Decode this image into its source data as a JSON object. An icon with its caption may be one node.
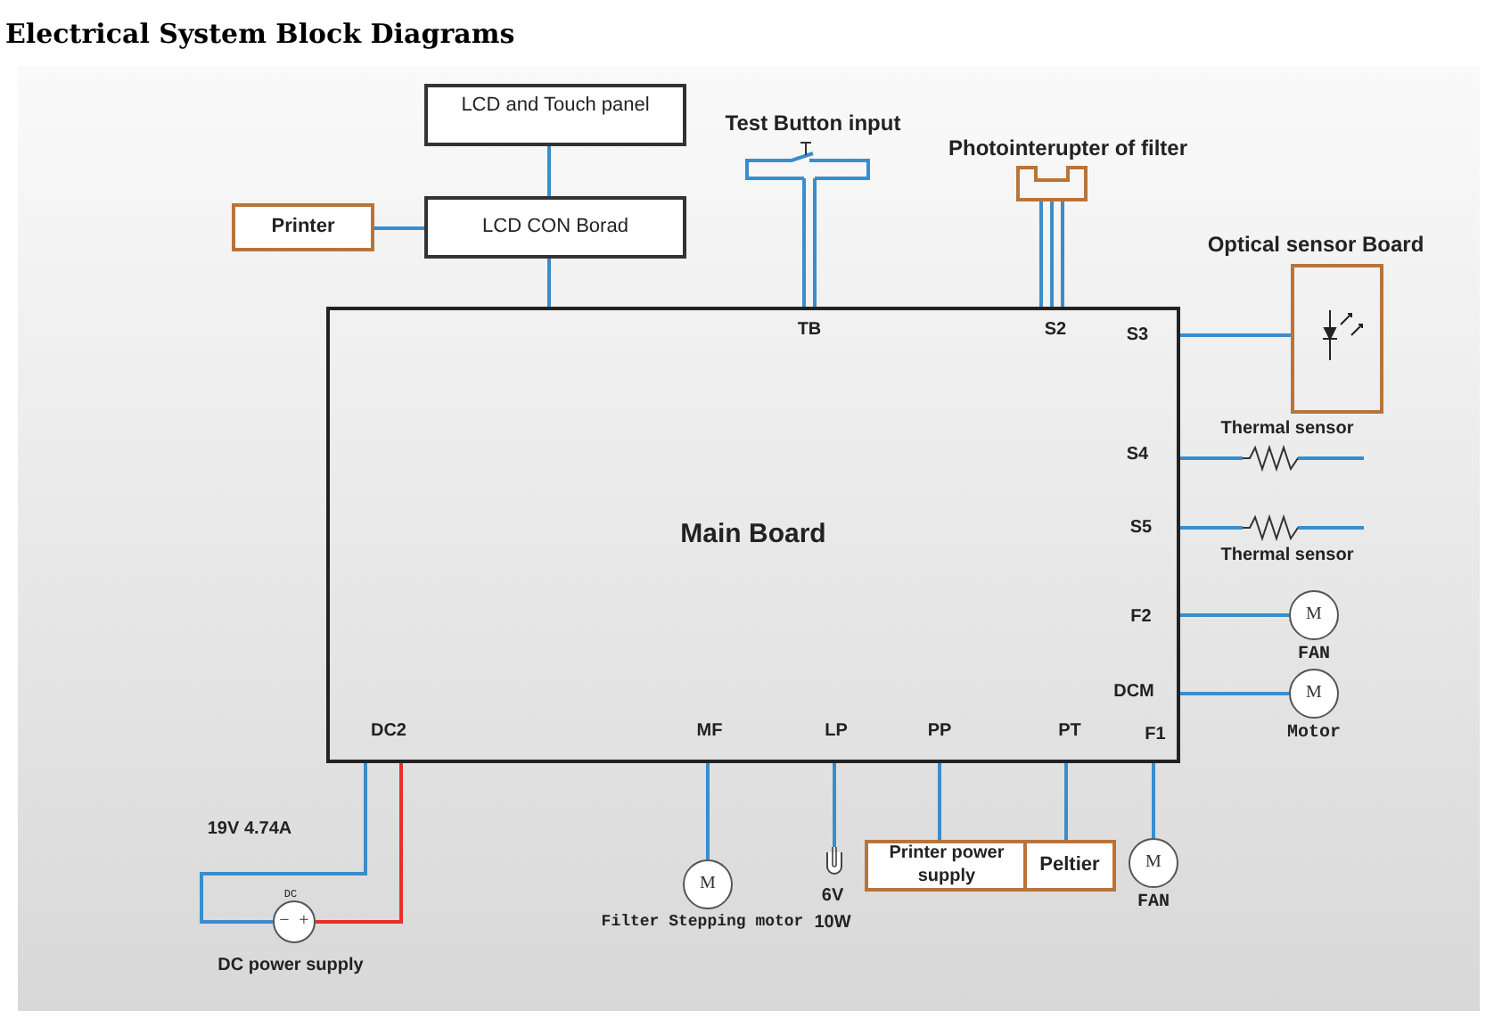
{
  "diagram": {
    "title": "Electrical System Block Diagrams",
    "nodes": [
      {
        "text": [
          "LCD and Touch panel"
        ]
      },
      {
        "text": [
          "LCD CON Borad"
        ]
      },
      {
        "text": [
          "Printer"
        ]
      },
      {
        "text": [
          "Main Board"
        ]
      },
      {
        "text": [
          "Test Button input"
        ]
      },
      {
        "text": [
          "Photointerupter of filter"
        ]
      },
      {
        "text": [
          "Optical sensor Board"
        ]
      },
      {
        "text": [
          "Thermal sensor"
        ]
      },
      {
        "text": [
          "Thermal sensor"
        ]
      },
      {
        "text": [
          "M"
        ],
        "beside": [
          "FAN"
        ]
      },
      {
        "text": [
          "M"
        ],
        "beside": [
          "Motor"
        ]
      },
      {
        "text": [
          "−",
          "+"
        ],
        "beside": [
          "DC",
          "DC power supply"
        ]
      },
      {
        "text": [
          "M"
        ],
        "beside": [
          "Filter Stepping motor"
        ]
      },
      {
        "text": [],
        "shape": "lamp",
        "beside": [
          "6V",
          "10W"
        ]
      },
      {
        "text": [
          "Printer power supply"
        ]
      },
      {
        "text": [
          "Peltier"
        ]
      },
      {
        "text": [
          "M"
        ],
        "beside": [
          "FAN"
        ]
      }
    ],
    "edges": [
      {
        "from": 0,
        "to": 1,
        "arrow": "none"
      },
      {
        "from": 2,
        "to": 1,
        "arrow": "none"
      },
      {
        "from": 1,
        "to": 3,
        "arrow": "none"
      },
      {
        "from": 4,
        "to": 3,
        "arrow": "none"
      },
      {
        "from": 5,
        "to": 3,
        "arrow": "none"
      },
      {
        "from": 3,
        "to": 6,
        "arrow": "none"
      },
      {
        "from": 3,
        "to": 7,
        "arrow": "none"
      },
      {
        "from": 3,
        "to": 8,
        "arrow": "none"
      },
      {
        "from": 3,
        "to": 9,
        "arrow": "none"
      },
      {
        "from": 3,
        "to": 10,
        "arrow": "none"
      },
      {
        "from": 3,
        "to": 11,
        "arrow": "none"
      },
      {
        "from": 3,
        "to": 11,
        "arrow": "none",
        "color": "#e8302a"
      },
      {
        "from": 3,
        "to": 12,
        "arrow": "none"
      },
      {
        "from": 3,
        "to": 13,
        "arrow": "none"
      },
      {
        "from": 3,
        "to": 14,
        "arrow": "none"
      },
      {
        "from": 3,
        "to": 15,
        "arrow": "none"
      },
      {
        "from": 3,
        "to": 16,
        "arrow": "none"
      }
    ],
    "labels": [
      "TB",
      "S2",
      "S3",
      "S4",
      "S5",
      "F2",
      "DCM",
      "DC2",
      "MF",
      "LP",
      "PP",
      "PT",
      "F1",
      "19V 4.74A"
    ]
  }
}
